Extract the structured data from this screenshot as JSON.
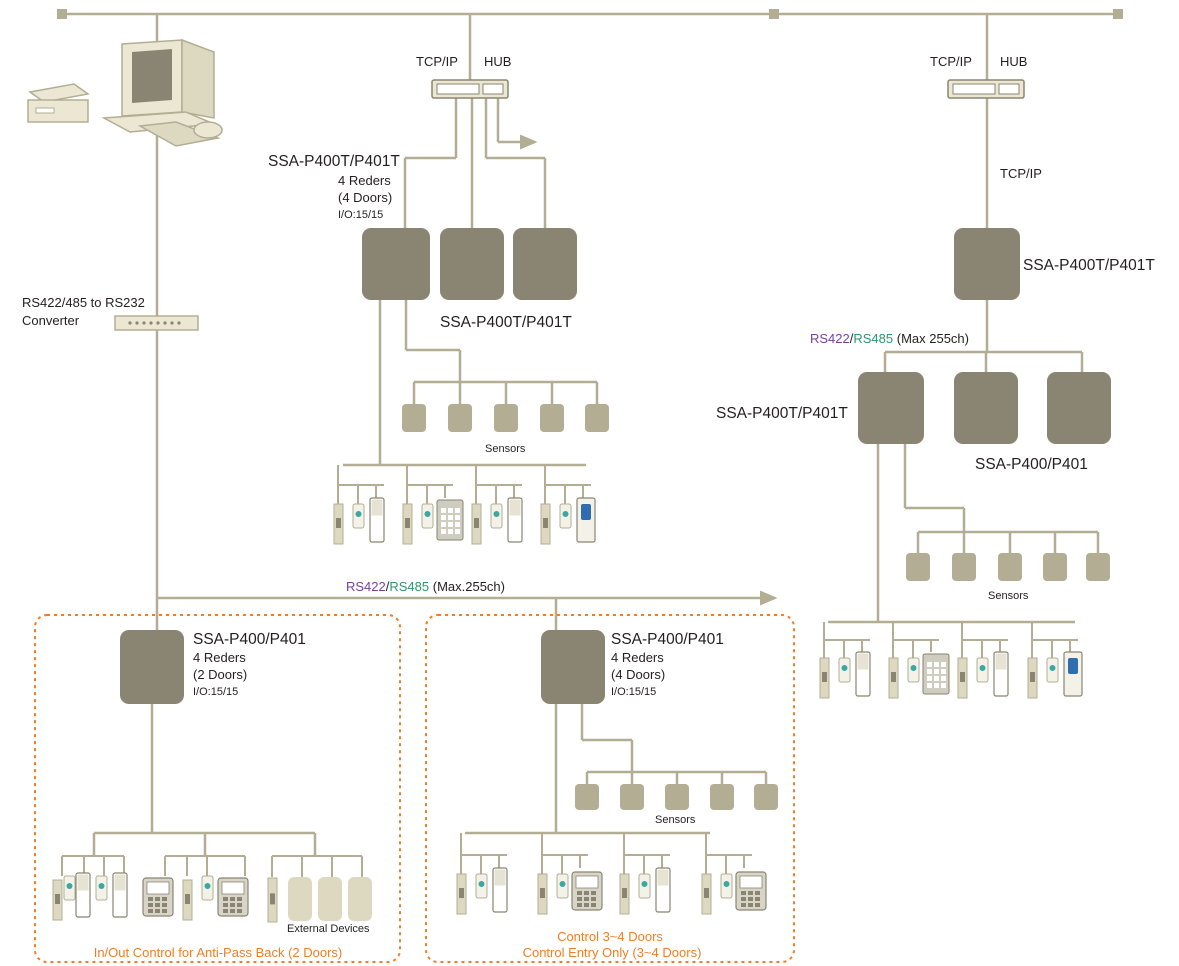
{
  "hub_left": {
    "tcpip": "TCP/IP",
    "hub": "HUB"
  },
  "hub_right": {
    "tcpip": "TCP/IP",
    "hub": "HUB",
    "link": "TCP/IP"
  },
  "converter": {
    "line1": "RS422/485 to RS232",
    "line2": "Converter"
  },
  "panel_left": {
    "model": "SSA-P400T/P401T",
    "line1": "4 Reders",
    "line2": "(4 Doors)",
    "line3": "I/O:15/15",
    "group_label": "SSA-P400T/P401T",
    "sensors": "Sensors"
  },
  "panel_right": {
    "model_top": "SSA-P400T/P401T",
    "bus_a": "RS422",
    "bus_sep": "/",
    "bus_b": "RS485",
    "bus_max": " (Max 255ch)",
    "model_mid": "SSA-P400T/P401T",
    "group_label": "SSA-P400/P401",
    "sensors": "Sensors"
  },
  "bus": {
    "a": "RS422",
    "sep": "/",
    "b": "RS485",
    "max": " (Max.255ch)"
  },
  "box_left": {
    "model": "SSA-P400/P401",
    "line1": "4 Reders",
    "line2": "(2 Doors)",
    "line3": "I/O:15/15",
    "external": "External Devices",
    "caption": "In/Out Control for Anti-Pass Back (2 Doors)"
  },
  "box_right": {
    "model": "SSA-P400/P401",
    "line1": "4 Reders",
    "line2": "(4 Doors)",
    "line3": "I/O:15/15",
    "sensors": "Sensors",
    "caption1": "Control 3~4 Doors",
    "caption2": "Control Entry Only (3~4 Doors)"
  },
  "colors": {
    "line": "#b3ad94",
    "device": "#8a8572",
    "accent": "#f07e26",
    "purple": "#7a3f98",
    "green": "#2a9a6e"
  }
}
